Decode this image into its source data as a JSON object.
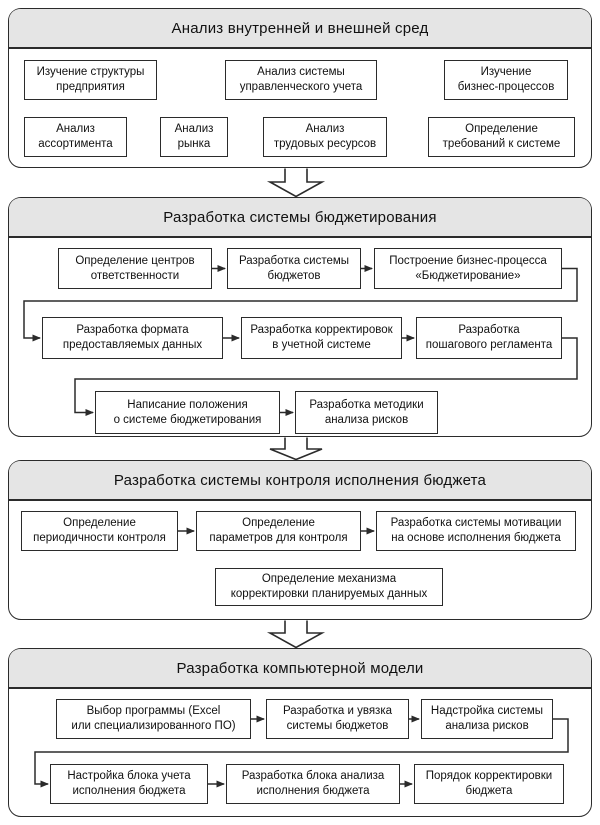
{
  "colors": {
    "header_bg": "#e5e5e5",
    "line": "#2b2b2b",
    "box_bg": "#ffffff",
    "text": "#111111"
  },
  "sections": [
    {
      "title": "Анализ внутренней и внешней сред",
      "boxes": [
        "Изучение структуры\nпредприятия",
        "Анализ системы\nуправленческого учета",
        "Изучение\nбизнес-процессов",
        "Анализ\nассортимента",
        "Анализ\nрынка",
        "Анализ\nтрудовых ресурсов",
        "Определение\nтребований к системе"
      ]
    },
    {
      "title": "Разработка системы бюджетирования",
      "boxes": [
        "Определение центров\nответственности",
        "Разработка системы\nбюджетов",
        "Построение бизнес-процесса\n«Бюджетирование»",
        "Разработка формата\nпредоставляемых данных",
        "Разработка корректировок\nв учетной системе",
        "Разработка\nпошагового регламента",
        "Написание положения\nо системе бюджетирования",
        "Разработка методики\nанализа рисков"
      ]
    },
    {
      "title": "Разработка системы контроля исполнения бюджета",
      "boxes": [
        "Определение\nпериодичности контроля",
        "Определение\nпараметров для контроля",
        "Разработка системы мотивации\nна основе исполнения бюджета",
        "Определение механизма\nкорректировки планируемых данных"
      ]
    },
    {
      "title": "Разработка компьютерной модели",
      "boxes": [
        "Выбор программы (Excel\nили специализированного ПО)",
        "Разработка и увязка\nсистемы бюджетов",
        "Надстройка системы\nанализа рисков",
        "Настройка блока учета\nисполнения бюджета",
        "Разработка блока анализа\nисполнения бюджета",
        "Порядок корректировки\nбюджета"
      ]
    }
  ]
}
